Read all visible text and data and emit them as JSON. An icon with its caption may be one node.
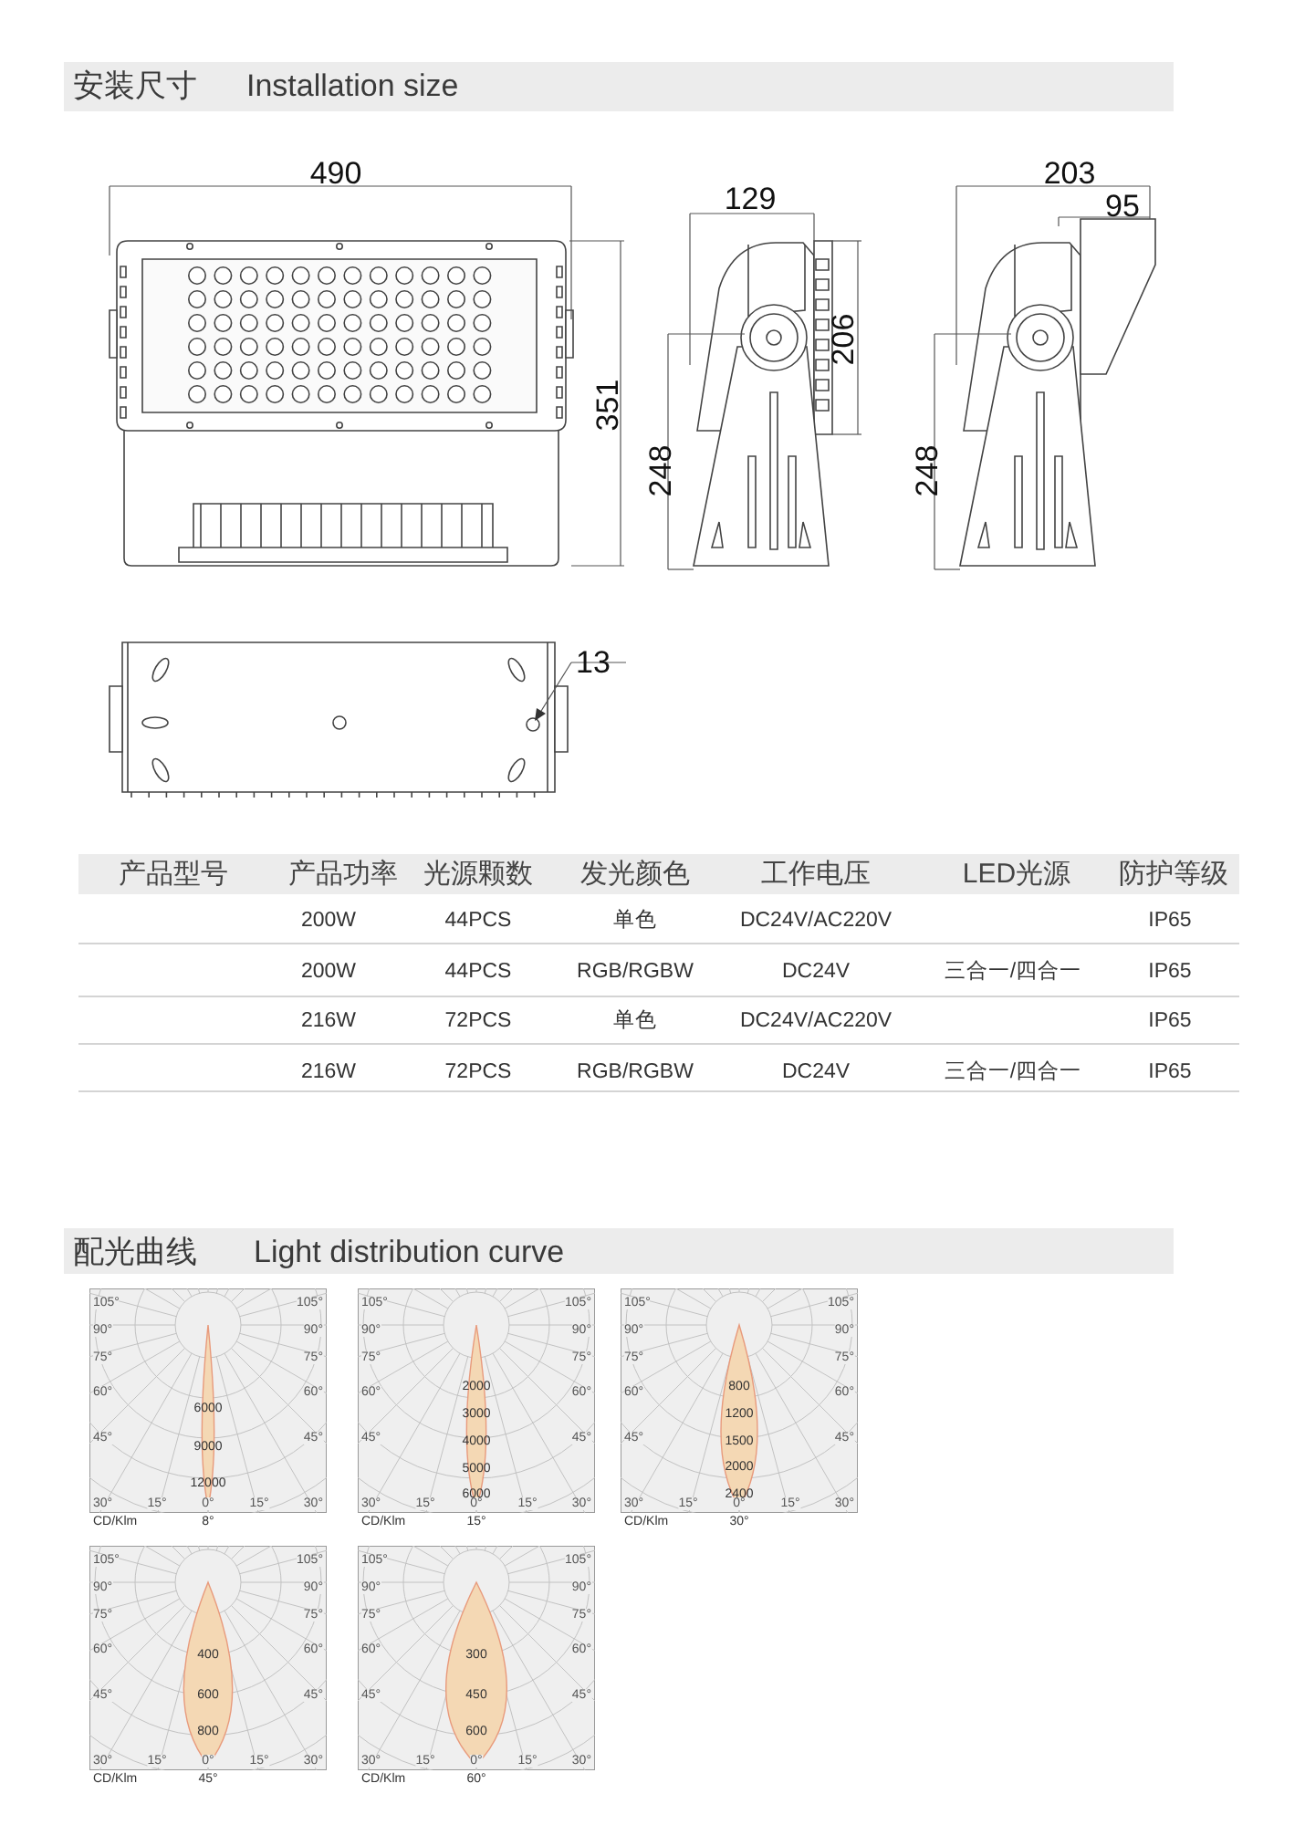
{
  "diagram": {
    "labels": [
      "安装尺寸",
      "Installation size",
      "490",
      "129",
      "203",
      "95",
      "351",
      "206",
      "248",
      "248",
      "13",
      "产品型号",
      "产品功率",
      "光源颗数",
      "发光颜色",
      "工作电压",
      "LED光源",
      "防护等级",
      "200W",
      "44PCS",
      "单色",
      "DC24V/AC220V",
      "IP65",
      "200W",
      "44PCS",
      "RGB/RGBW",
      "DC24V",
      "三合一/四合一",
      "IP65",
      "216W",
      "72PCS",
      "单色",
      "DC24V/AC220V",
      "IP65",
      "216W",
      "72PCS",
      "RGB/RGBW",
      "DC24V",
      "三合一/四合一",
      "IP65",
      "配光曲线",
      "Light distribution curve",
      "105°",
      "105°",
      "90°",
      "90°",
      "75°",
      "75°",
      "60°",
      "60°",
      "45°",
      "45°",
      "30°",
      "15°",
      "0°",
      "15°",
      "30°",
      "CD/Klm",
      "8°",
      "6000",
      "9000",
      "12000",
      "105°",
      "105°",
      "90°",
      "90°",
      "75°",
      "75°",
      "60°",
      "60°",
      "45°",
      "45°",
      "30°",
      "15°",
      "0°",
      "15°",
      "30°",
      "CD/Klm",
      "15°",
      "2000",
      "3000",
      "4000",
      "5000",
      "6000",
      "105°",
      "105°",
      "90°",
      "90°",
      "75°",
      "75°",
      "60°",
      "60°",
      "45°",
      "45°",
      "30°",
      "15°",
      "0°",
      "15°",
      "30°",
      "CD/Klm",
      "30°",
      "800",
      "1200",
      "1500",
      "2000",
      "2400",
      "105°",
      "105°",
      "90°",
      "90°",
      "75°",
      "75°",
      "60°",
      "60°",
      "45°",
      "45°",
      "30°",
      "15°",
      "0°",
      "15°",
      "30°",
      "CD/Klm",
      "45°",
      "400",
      "600",
      "800",
      "105°",
      "105°",
      "90°",
      "90°",
      "75°",
      "75°",
      "60°",
      "60°",
      "45°",
      "45°",
      "30°",
      "15°",
      "0°",
      "15°",
      "30°",
      "CD/Klm",
      "60°",
      "300",
      "450",
      "600"
    ]
  }
}
